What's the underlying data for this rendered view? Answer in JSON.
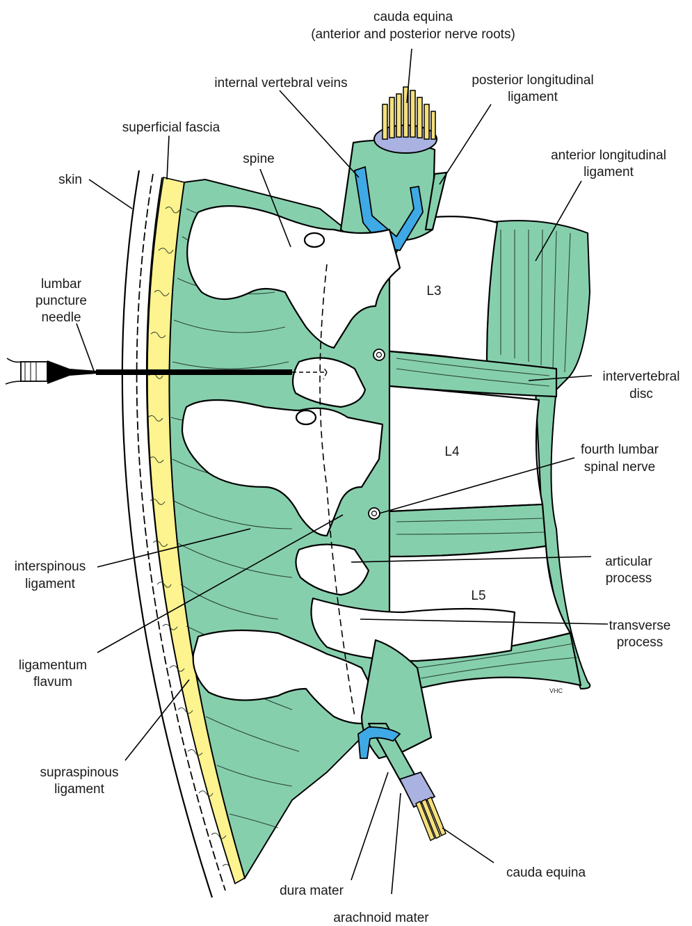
{
  "colors": {
    "muscle_green": "#86cfad",
    "fat_yellow": "#fdf38f",
    "bone_white": "#ffffff",
    "vein_blue": "#3fa9e6",
    "arachnoid_lavender": "#a9b2e0",
    "nerve_yellow": "#f5e07a",
    "outline": "#000000"
  },
  "labels": {
    "cauda_equina_top_1": "cauda equina",
    "cauda_equina_top_2": "(anterior and posterior nerve roots)",
    "internal_vertebral_veins": "internal vertebral veins",
    "posterior_longitudinal_1": "posterior longitudinal",
    "posterior_longitudinal_2": "ligament",
    "superficial_fascia": "superficial fascia",
    "anterior_longitudinal_1": "anterior longitudinal",
    "anterior_longitudinal_2": "ligament",
    "skin": "skin",
    "spine": "spine",
    "lumbar_1": "lumbar",
    "lumbar_2": "puncture",
    "lumbar_3": "needle",
    "l3": "L3",
    "intervertebral_1": "intervertebral",
    "intervertebral_2": "disc",
    "l4": "L4",
    "fourth_lumbar_1": "fourth lumbar",
    "fourth_lumbar_2": "spinal nerve",
    "interspinous_1": "interspinous",
    "interspinous_2": "ligament",
    "articular_1": "articular",
    "articular_2": "process",
    "l5": "L5",
    "transverse_1": "transverse",
    "transverse_2": "process",
    "flavum_1": "ligamentum",
    "flavum_2": "flavum",
    "supraspinous_1": "supraspinous",
    "supraspinous_2": "ligament",
    "cauda_equina_bottom": "cauda equina",
    "dura_mater": "dura mater",
    "arachnoid_mater": "arachnoid mater",
    "signature": "VHC"
  }
}
